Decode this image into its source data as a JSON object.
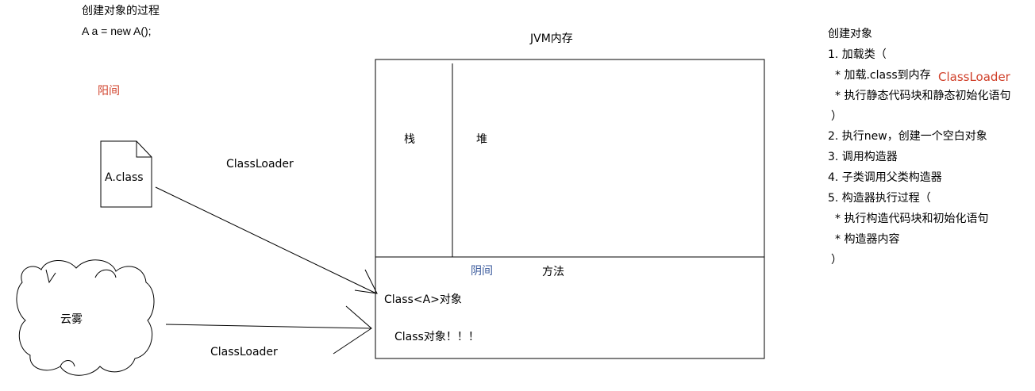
{
  "title": "创建对象的过程",
  "code": "A a = new A();",
  "yinjian_label": "阳间",
  "class_file_label": "A.class",
  "classloader_top": "ClassLoader",
  "cloud_label": "云雾",
  "classloader_bottom": "ClassLoader",
  "jvm": {
    "title": "JVM内存",
    "stack": "栈",
    "heap": "堆",
    "yinjian": "阴间",
    "method": "方法",
    "class_obj": "Class<A>对象",
    "class_obj_note": "Class对象！！！"
  },
  "steps": {
    "heading": "创建对象",
    "s1": "1. 加载类（",
    "s1a": "* 加载.class到内存",
    "s1a_loader": "ClassLoader",
    "s1b": "* 执行静态代码块和静态初始化语句",
    "s1_close": "）",
    "s2": "2. 执行new，创建一个空白对象",
    "s3": "3. 调用构造器",
    "s4": "4. 子类调用父类构造器",
    "s5": "5. 构造器执行过程（",
    "s5a": "* 执行构造代码块和初始化语句",
    "s5b": "* 构造器内容",
    "s5_close": "）"
  },
  "colors": {
    "red": "#d0402a",
    "blue": "#3a5a9c",
    "line": "#000000"
  }
}
